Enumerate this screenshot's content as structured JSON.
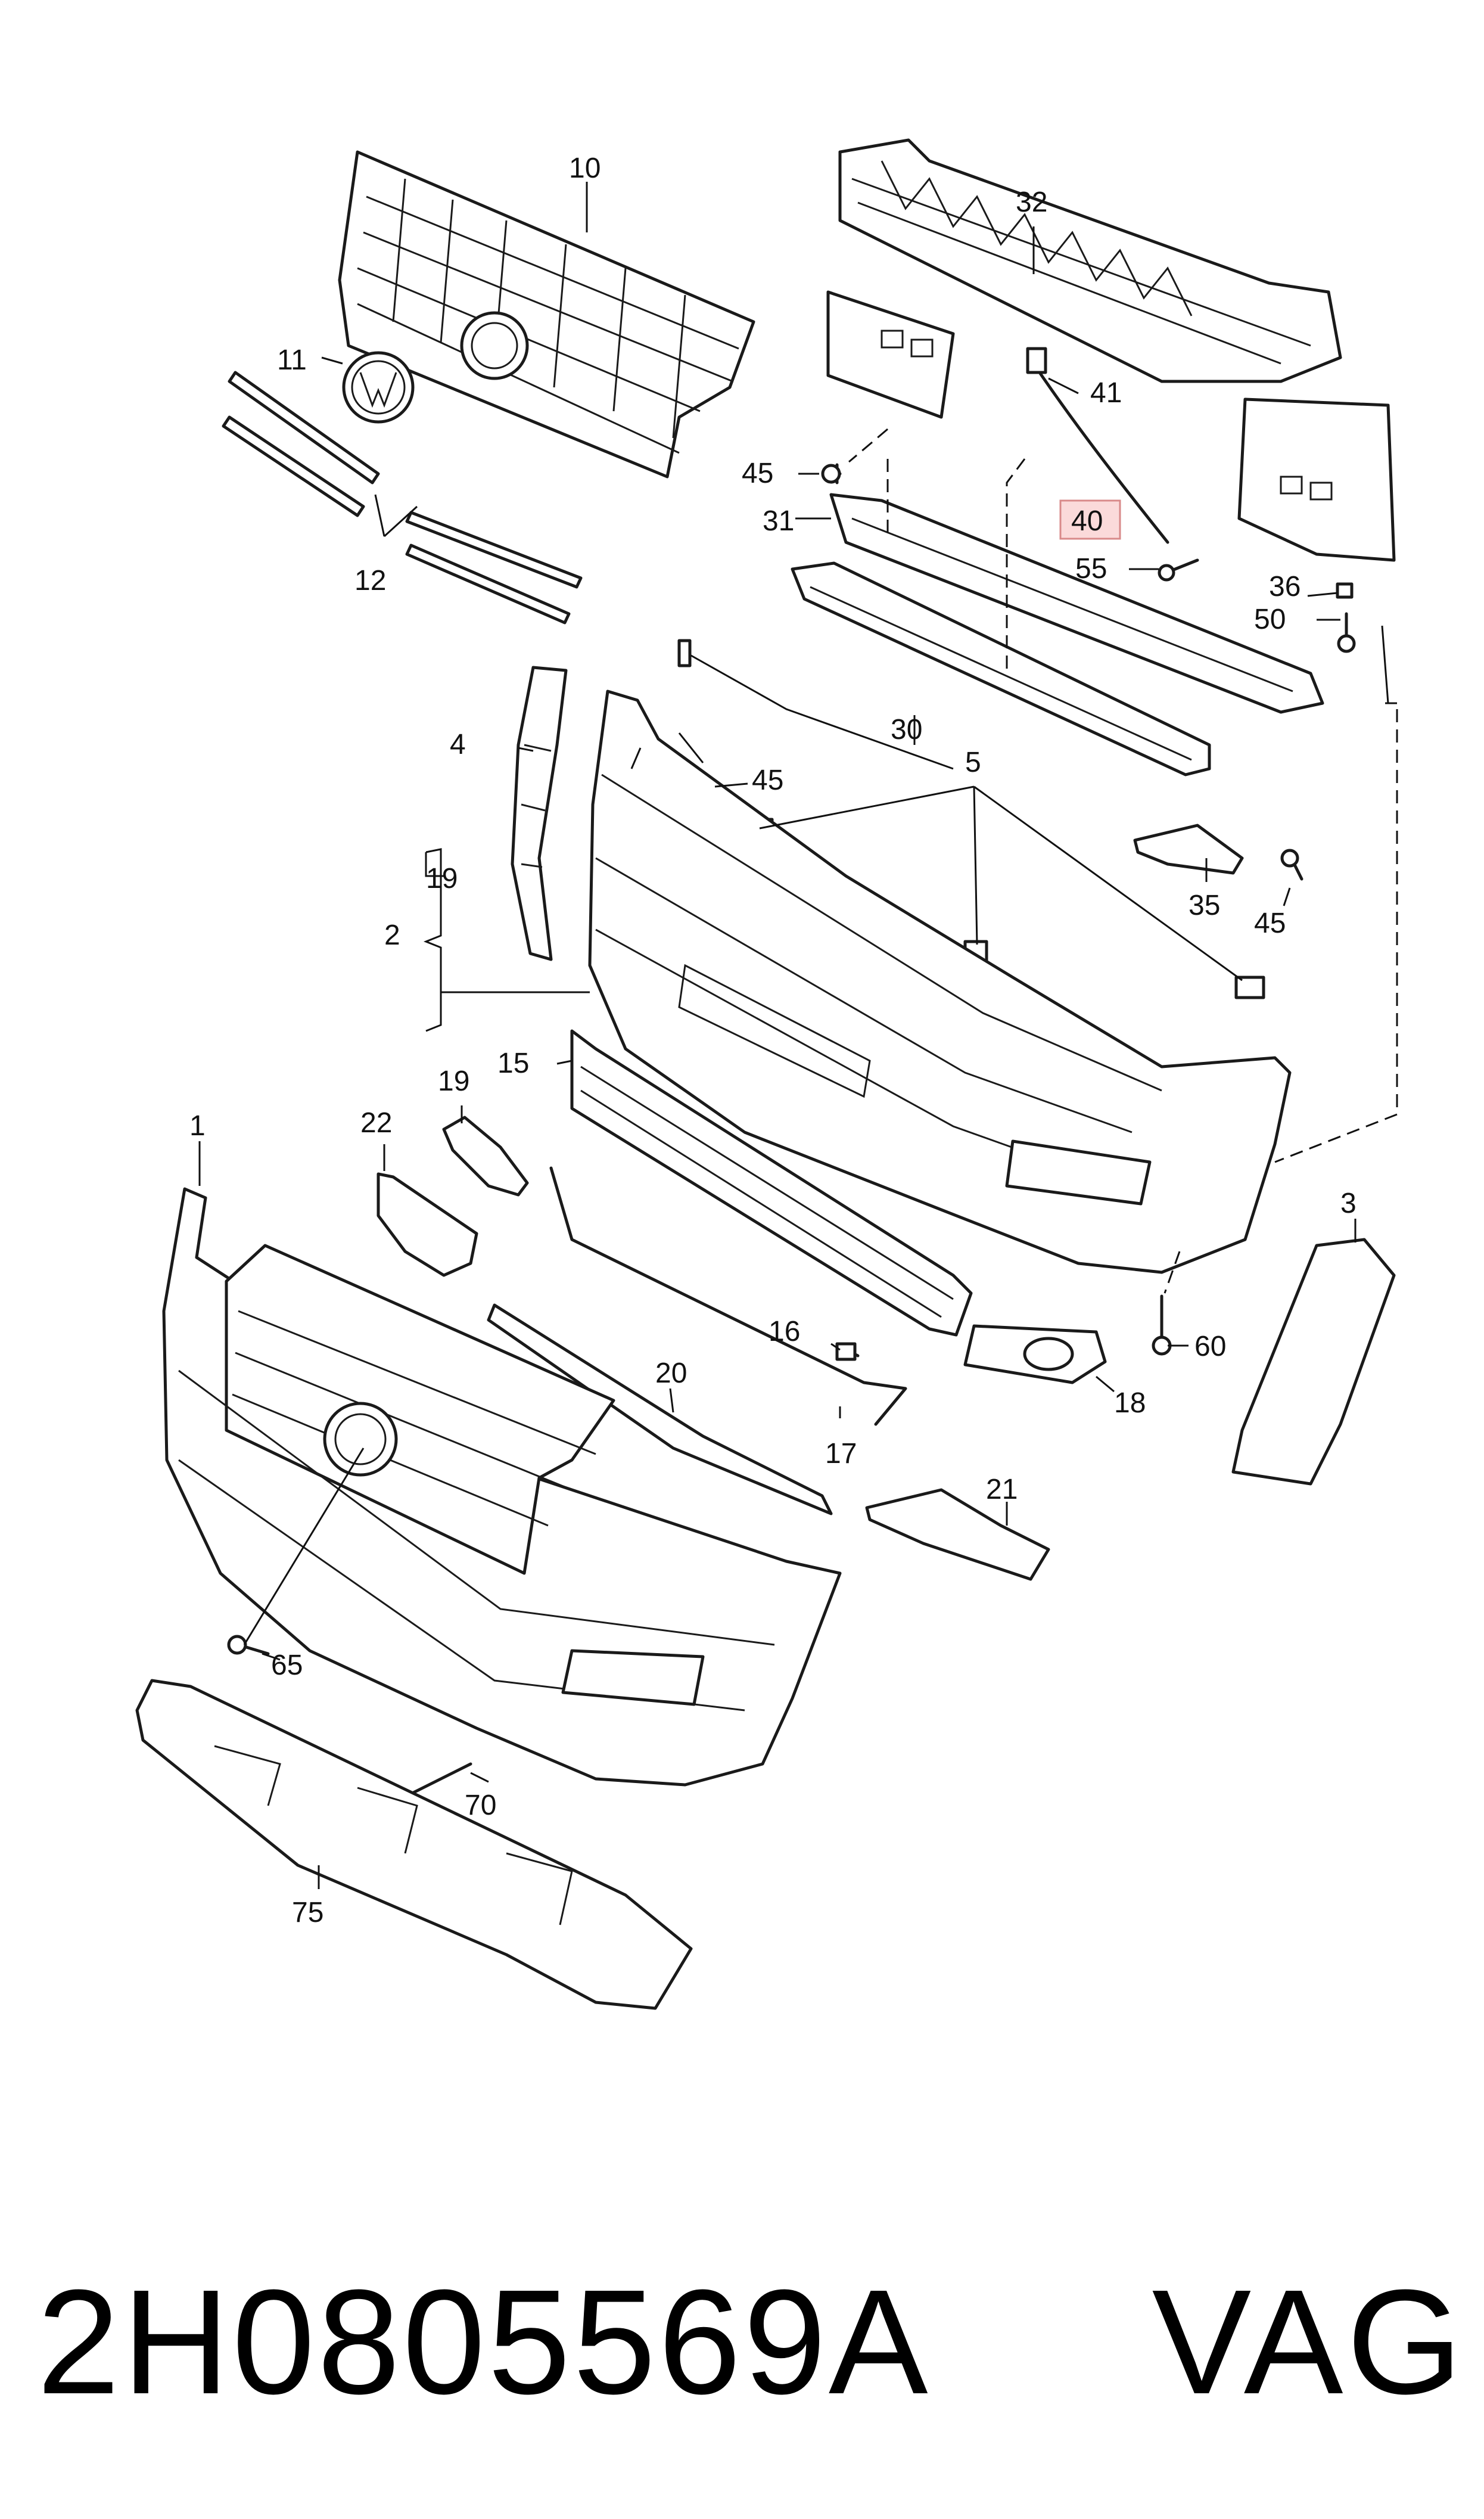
{
  "diagram": {
    "callouts": {
      "c1": "1",
      "c2": "2",
      "c3": "3",
      "c4": "4",
      "c5": "5",
      "c10": "10",
      "c11": "11",
      "c12": "12",
      "c15": "15",
      "c16": "16",
      "c17": "17",
      "c18": "18",
      "c19a": "19",
      "c19b": "19",
      "c20": "20",
      "c21": "21",
      "c22": "22",
      "c30": "30",
      "c31": "31",
      "c32": "32",
      "c35": "35",
      "c36": "36",
      "c40": "40",
      "c41": "41",
      "c45a": "45",
      "c45b": "45",
      "c45c": "45",
      "c50": "50",
      "c55": "55",
      "c60": "60",
      "c65": "65",
      "c70": "70",
      "c75": "75"
    },
    "highlighted_callout": "40",
    "highlight_color": "#fbdada"
  },
  "footer": {
    "part_number": "2H0805569A",
    "brand": "VAG"
  }
}
